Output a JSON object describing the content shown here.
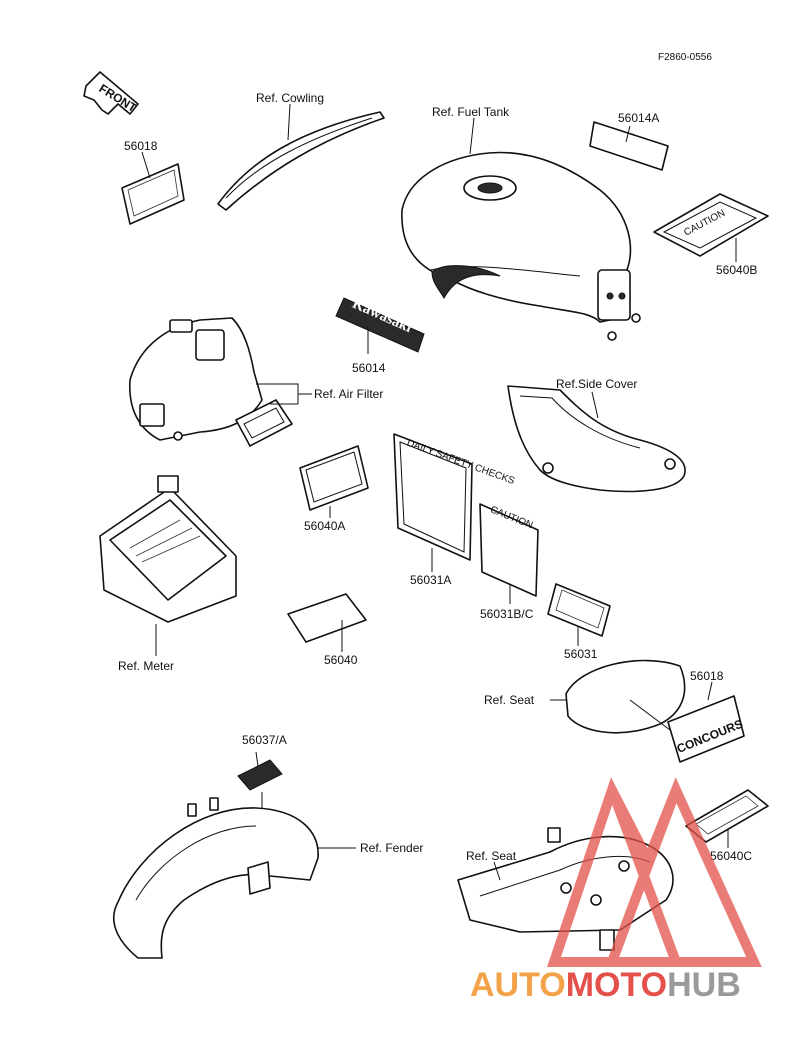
{
  "diagram_id": "F2860-0556",
  "labels": {
    "front": "FRONT",
    "ref_cowling": "Ref. Cowling",
    "ref_fuel_tank": "Ref. Fuel Tank",
    "ref_air_filter": "Ref. Air Filter",
    "ref_side_cover": "Ref.Side Cover",
    "ref_meter": "Ref. Meter",
    "ref_seat_top": "Ref. Seat",
    "ref_fender": "Ref. Fender",
    "ref_seat_bottom": "Ref. Seat"
  },
  "part_numbers": {
    "p56018_top": "56018",
    "p56014A": "56014A",
    "p56040B": "56040B",
    "p56014": "56014",
    "p56040A": "56040A",
    "p56031A": "56031A",
    "p56031BC": "56031B/C",
    "p56040": "56040",
    "p56031": "56031",
    "p56018_bottom": "56018",
    "p56037A": "56037/A",
    "p56040C": "56040C"
  },
  "decal_text": {
    "kawasaki": "Kawasaki",
    "concours": "CONCOURS",
    "caution_a": "CAUTION",
    "caution_b": "CAUTION",
    "daily_check": "DAILY SAFETY CHECKS"
  },
  "watermark": {
    "part1": "AUTO",
    "part2": "MOTO",
    "part3": "HUB",
    "color_orange": "#f3a24a",
    "color_red": "#e4514a",
    "color_gray": "#9a9a9a"
  }
}
